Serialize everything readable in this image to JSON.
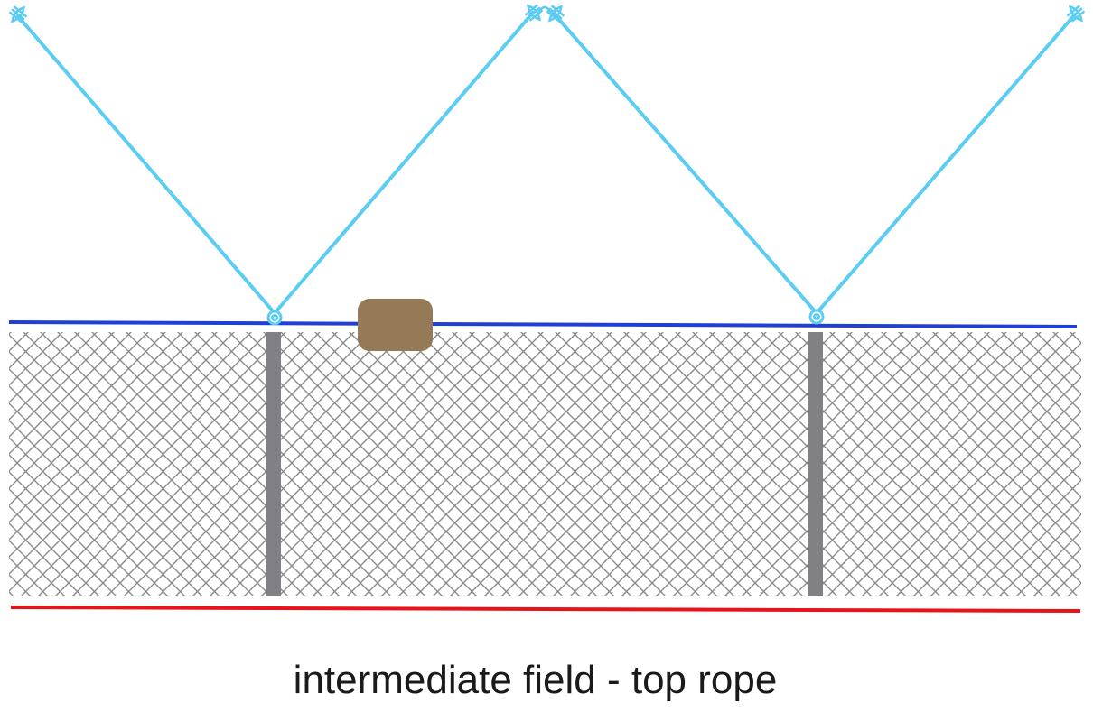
{
  "caption": "intermediate field - top rope",
  "colors": {
    "guy_rope": "#5ccdf2",
    "top_rope": "#1f3fd6",
    "bottom_rope": "#e8141b",
    "mesh": "#8a8a8a",
    "post": "#808085",
    "tensioner": "#947a57"
  },
  "components": {
    "guy_ropes": "guy-rope",
    "top_rope": "top-rope",
    "bottom_rope": "bottom-rope",
    "mesh_panel": "chain-link-mesh",
    "posts": "fence-post",
    "tensioner": "rope-tensioner",
    "anchors": "ground-anchor-icon",
    "rings": "rope-ring-icon"
  }
}
